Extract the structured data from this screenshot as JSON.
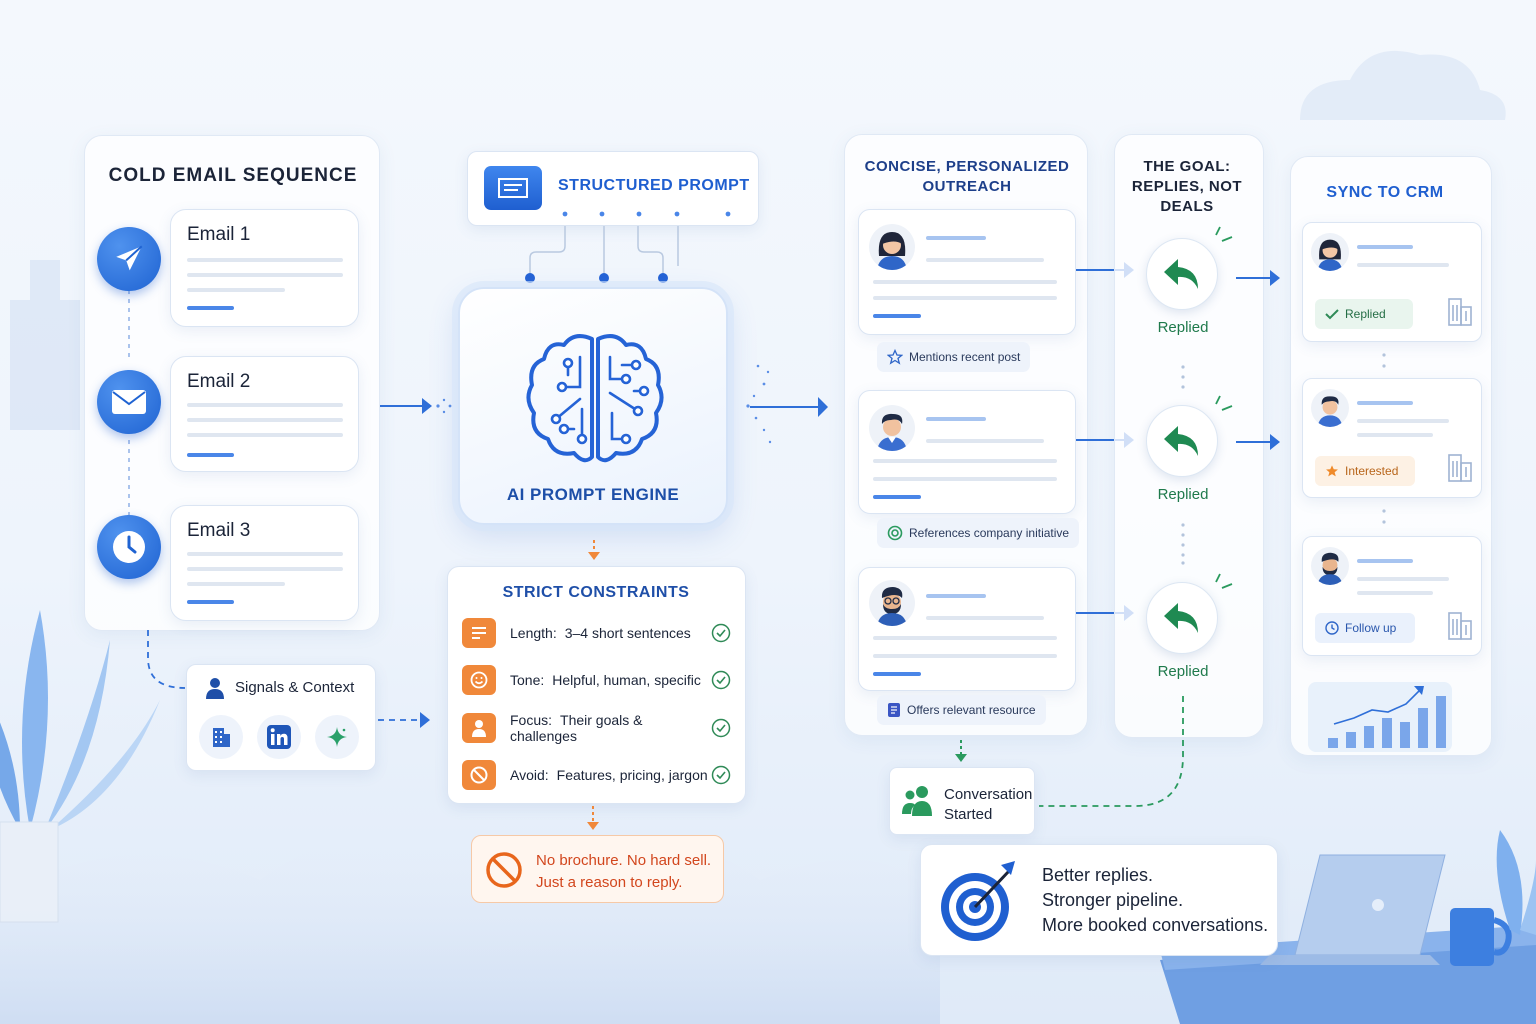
{
  "cold_email": {
    "heading": "COLD EMAIL SEQUENCE",
    "emails": [
      {
        "title": "Email 1",
        "icon": "paper-plane-icon"
      },
      {
        "title": "Email 2",
        "icon": "envelope-icon"
      },
      {
        "title": "Email 3",
        "icon": "clock-icon"
      }
    ]
  },
  "signals": {
    "title": "Signals & Context",
    "icons": [
      "building-icon",
      "linkedin-icon",
      "sparkle-icon"
    ]
  },
  "prompt": {
    "heading": "STRUCTURED PROMPT"
  },
  "engine": {
    "label": "AI PROMPT ENGINE"
  },
  "constraints": {
    "heading": "STRICT CONSTRAINTS",
    "rows": [
      {
        "label": "Length:",
        "value": "3–4 short sentences",
        "icon": "lines-icon"
      },
      {
        "label": "Tone:",
        "value": "Helpful, human, specific",
        "icon": "smile-icon"
      },
      {
        "label": "Focus:",
        "value": "Their goals & challenges",
        "icon": "person-icon"
      },
      {
        "label": "Avoid:",
        "value": "Features, pricing, jargon",
        "icon": "ban-icon"
      }
    ]
  },
  "warning": {
    "line1": "No brochure. No hard sell.",
    "line2": "Just a reason to reply."
  },
  "outreach": {
    "heading_line1": "CONCISE, PERSONALIZED",
    "heading_line2": "OUTREACH",
    "items": [
      {
        "chip": "Mentions recent post",
        "chip_icon": "star-icon"
      },
      {
        "chip": "References company initiative",
        "chip_icon": "target-small-icon"
      },
      {
        "chip": "Offers relevant resource",
        "chip_icon": "document-icon"
      }
    ]
  },
  "goal": {
    "heading_line1": "THE GOAL:",
    "heading_line2": "REPLIES, NOT",
    "heading_line3": "DEALS",
    "replies": [
      "Replied",
      "Replied",
      "Replied"
    ]
  },
  "crm": {
    "heading": "SYNC TO CRM",
    "records": [
      {
        "badge": "Replied",
        "badge_icon": "check-icon",
        "badge_color": "#2f8a57"
      },
      {
        "badge": "Interested",
        "badge_icon": "star-icon",
        "badge_color": "#e58a2a"
      },
      {
        "badge": "Follow up",
        "badge_icon": "clock-icon",
        "badge_color": "#2f66c8"
      }
    ]
  },
  "conversation": {
    "line1": "Conversation",
    "line2": "Started"
  },
  "outcome": {
    "line1": "Better replies.",
    "line2": "Stronger pipeline.",
    "line3": "More booked conversations."
  },
  "colors": {
    "primary_blue": "#2563d6",
    "heading_navy": "#1d3f8a",
    "accent_orange": "#f0883a",
    "success_green": "#2f8a57"
  }
}
